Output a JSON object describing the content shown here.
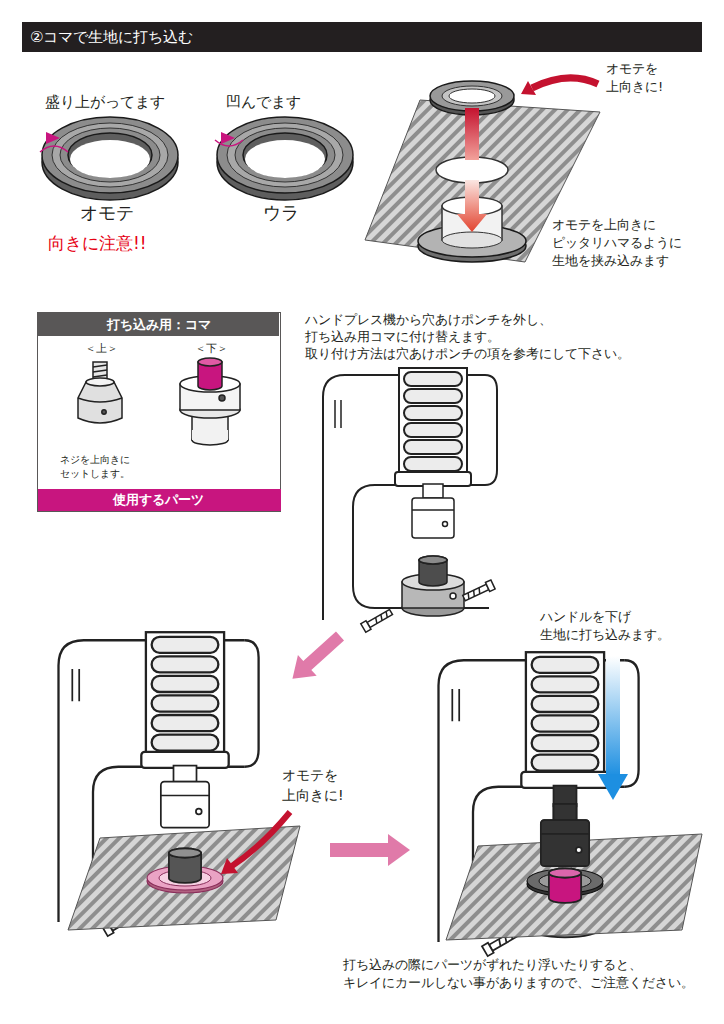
{
  "diagram": {
    "title": "②コマで生地に打ち込む",
    "caption": "打ち込みの際にパーツがずれたり浮いたりすると、 キレイにカールしない事がありますので、ご注意ください。",
    "nodes": [
      {
        "text": [
          "打ち込み用：コマ",
          "＜上＞",
          "＜下＞",
          "ネジを上向きに セットします。"
        ]
      },
      {
        "text": [
          "使用するパーツ"
        ],
        "in": 0
      }
    ],
    "labels": [
      "盛り上がってます",
      "凹んでます",
      "オモテ",
      "ウラ",
      "向きに注意!!",
      "オモテを 上向きに!",
      "オモテを上向きに ピッタリハマるように 生地を挟み込みます",
      "ハンドプレス機から穴あけポンチを外し、 打ち込み用コマに付け替えます。 取り付け方法は穴あけポンチの項を参考にして下さい。",
      "オモテを 上向きに!",
      "ハンドルを下げ 生地に打ち込みます。"
    ]
  }
}
